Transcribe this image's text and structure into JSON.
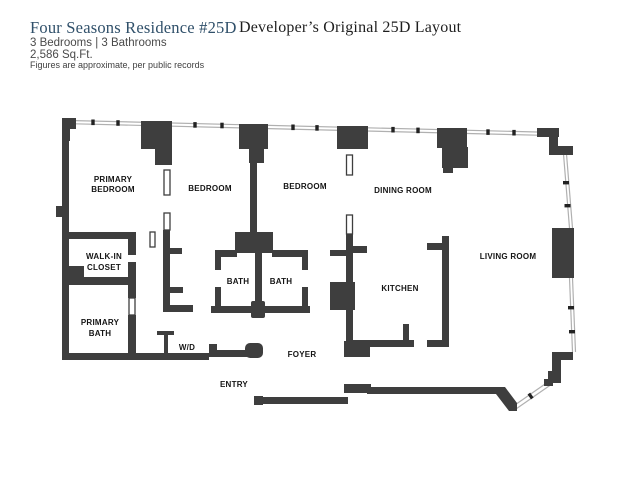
{
  "header": {
    "title": "Four Seasons Residence #25D",
    "right_title": "Developer’s Original 25D Layout",
    "subtitle_beds_baths": "3 Bedrooms | 3 Bathrooms",
    "subtitle_area": "2,586 Sq.Ft.",
    "disclaimer": "Figures are approximate, per public records",
    "title_color": "#30506A",
    "text_color": "#4A4A4A"
  },
  "floor_plan": {
    "wall_color": "#3E3E3E",
    "window_color": "#B0B0B0",
    "label_color": "#151515",
    "room_labels": {
      "primary_bedroom": [
        "PRIMARY",
        "BEDROOM"
      ],
      "bedroom_2": "BEDROOM",
      "bedroom_3": "BEDROOM",
      "dining_room": "DINING ROOM",
      "walk_in_closet": [
        "WALK-IN",
        "CLOSET"
      ],
      "bath_1": "BATH",
      "bath_2": "BATH",
      "kitchen": "KITCHEN",
      "living_room": "LIVING ROOM",
      "primary_bath": [
        "PRIMARY",
        "BATH"
      ],
      "washer_dryer": "W/D",
      "foyer": "FOYER",
      "entry": "ENTRY"
    }
  }
}
